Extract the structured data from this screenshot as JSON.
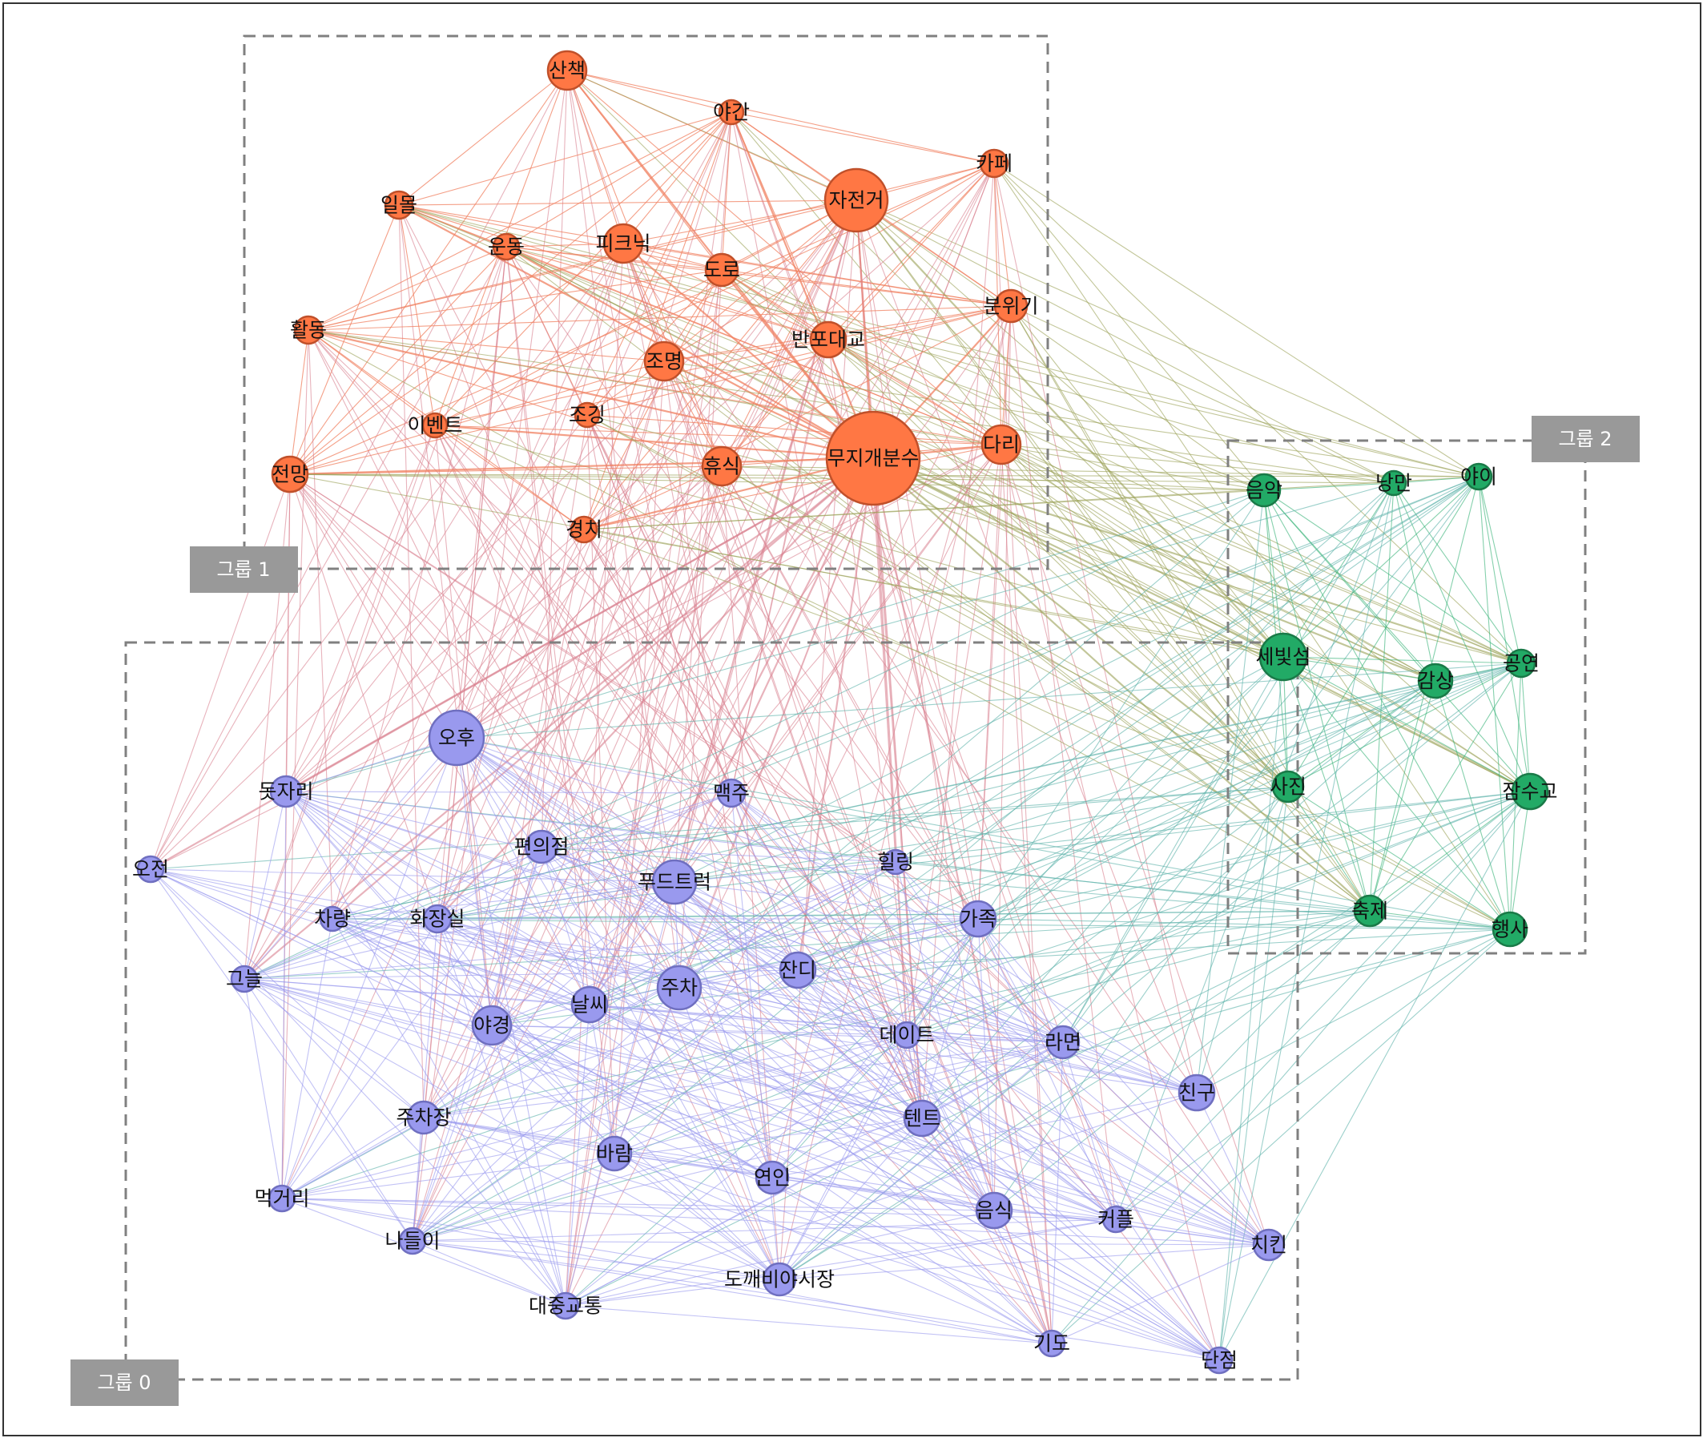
{
  "groups": [
    {
      "id": 0,
      "label": "그룹 0",
      "color": "#9999ee"
    },
    {
      "id": 1,
      "label": "그룹 1",
      "color": "#ff7744"
    },
    {
      "id": 2,
      "label": "그룹 2",
      "color": "#22aa66"
    }
  ],
  "nodes": [
    {
      "id": "산책",
      "group": 1,
      "weight": 3
    },
    {
      "id": "야간",
      "group": 1,
      "weight": 1
    },
    {
      "id": "카페",
      "group": 1,
      "weight": 1.5
    },
    {
      "id": "일몰",
      "group": 1,
      "weight": 1.5
    },
    {
      "id": "운동",
      "group": 1,
      "weight": 1.2
    },
    {
      "id": "피크닉",
      "group": 1,
      "weight": 3
    },
    {
      "id": "자전거",
      "group": 1,
      "weight": 6
    },
    {
      "id": "도로",
      "group": 1,
      "weight": 2
    },
    {
      "id": "분위기",
      "group": 1,
      "weight": 2
    },
    {
      "id": "활동",
      "group": 1,
      "weight": 1.5
    },
    {
      "id": "반포대교",
      "group": 1,
      "weight": 2.5
    },
    {
      "id": "조명",
      "group": 1,
      "weight": 3
    },
    {
      "id": "이벤트",
      "group": 1,
      "weight": 1
    },
    {
      "id": "조깅",
      "group": 1,
      "weight": 1
    },
    {
      "id": "다리",
      "group": 1,
      "weight": 3
    },
    {
      "id": "전망",
      "group": 1,
      "weight": 2.5
    },
    {
      "id": "휴식",
      "group": 1,
      "weight": 3
    },
    {
      "id": "무지개분수",
      "group": 1,
      "weight": 10
    },
    {
      "id": "경치",
      "group": 1,
      "weight": 1.2
    },
    {
      "id": "음악",
      "group": 2,
      "weight": 2
    },
    {
      "id": "낭만",
      "group": 2,
      "weight": 1
    },
    {
      "id": "야이",
      "group": 2,
      "weight": 1.2
    },
    {
      "id": "세빛섬",
      "group": 2,
      "weight": 4
    },
    {
      "id": "감상",
      "group": 2,
      "weight": 2.2
    },
    {
      "id": "공연",
      "group": 2,
      "weight": 1.5
    },
    {
      "id": "사진",
      "group": 2,
      "weight": 1.8
    },
    {
      "id": "잠수교",
      "group": 2,
      "weight": 2.5
    },
    {
      "id": "축제",
      "group": 2,
      "weight": 1.8
    },
    {
      "id": "행사",
      "group": 2,
      "weight": 2.3
    },
    {
      "id": "오후",
      "group": 0,
      "weight": 5
    },
    {
      "id": "돗자리",
      "group": 0,
      "weight": 1.8
    },
    {
      "id": "맥주",
      "group": 0,
      "weight": 1.5
    },
    {
      "id": "오전",
      "group": 0,
      "weight": 1.2
    },
    {
      "id": "편의점",
      "group": 0,
      "weight": 2
    },
    {
      "id": "힐링",
      "group": 0,
      "weight": 1
    },
    {
      "id": "푸드트럭",
      "group": 0,
      "weight": 3.5
    },
    {
      "id": "차량",
      "group": 0,
      "weight": 1
    },
    {
      "id": "화장실",
      "group": 0,
      "weight": 1.5
    },
    {
      "id": "가족",
      "group": 0,
      "weight": 2.5
    },
    {
      "id": "그늘",
      "group": 0,
      "weight": 1.2
    },
    {
      "id": "주차",
      "group": 0,
      "weight": 3.5
    },
    {
      "id": "잔디",
      "group": 0,
      "weight": 2.5
    },
    {
      "id": "야경",
      "group": 0,
      "weight": 3
    },
    {
      "id": "날씨",
      "group": 0,
      "weight": 2.5
    },
    {
      "id": "데이트",
      "group": 0,
      "weight": 1.2
    },
    {
      "id": "라면",
      "group": 0,
      "weight": 2
    },
    {
      "id": "친구",
      "group": 0,
      "weight": 2.5
    },
    {
      "id": "주차장",
      "group": 0,
      "weight": 2
    },
    {
      "id": "텐트",
      "group": 0,
      "weight": 2.5
    },
    {
      "id": "바람",
      "group": 0,
      "weight": 2.2
    },
    {
      "id": "연인",
      "group": 0,
      "weight": 2
    },
    {
      "id": "먹거리",
      "group": 0,
      "weight": 1.2
    },
    {
      "id": "음식",
      "group": 0,
      "weight": 2.5
    },
    {
      "id": "커플",
      "group": 0,
      "weight": 1.2
    },
    {
      "id": "나들이",
      "group": 0,
      "weight": 1.2
    },
    {
      "id": "치킨",
      "group": 0,
      "weight": 1.8
    },
    {
      "id": "도깨비야시장",
      "group": 0,
      "weight": 2
    },
    {
      "id": "대중교통",
      "group": 0,
      "weight": 1.2
    },
    {
      "id": "기도",
      "group": 0,
      "weight": 1.2
    },
    {
      "id": "단점",
      "group": 0,
      "weight": 1.2
    }
  ]
}
